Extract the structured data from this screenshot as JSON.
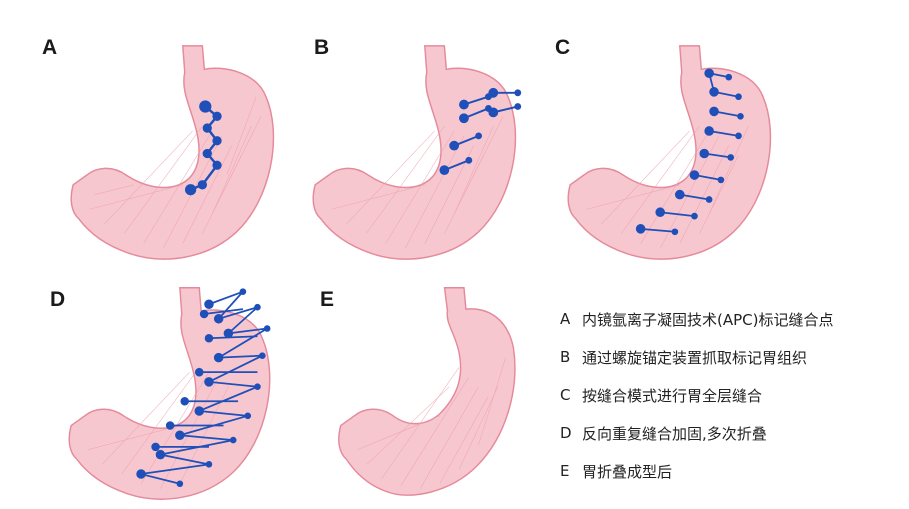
{
  "panels": [
    {
      "id": "A",
      "label": "A"
    },
    {
      "id": "B",
      "label": "B"
    },
    {
      "id": "C",
      "label": "C"
    },
    {
      "id": "D",
      "label": "D"
    },
    {
      "id": "E",
      "label": "E"
    }
  ],
  "legend": [
    {
      "key": "A",
      "text": "内镜氩离子凝固技术(APC)标记缝合点"
    },
    {
      "key": "B",
      "text": "通过螺旋锚定装置抓取标记胃组织"
    },
    {
      "key": "C",
      "text": "按缝合模式进行胃全层缝合"
    },
    {
      "key": "D",
      "text": "反向重复缝合加固,多次折叠"
    },
    {
      "key": "E",
      "text": "胃折叠成型后"
    }
  ],
  "colors": {
    "stomach_fill": "#f7c7cf",
    "stomach_stroke": "#e58a9a",
    "stomach_fiber": "#ee9fae",
    "suture": "#1f4fb8"
  }
}
